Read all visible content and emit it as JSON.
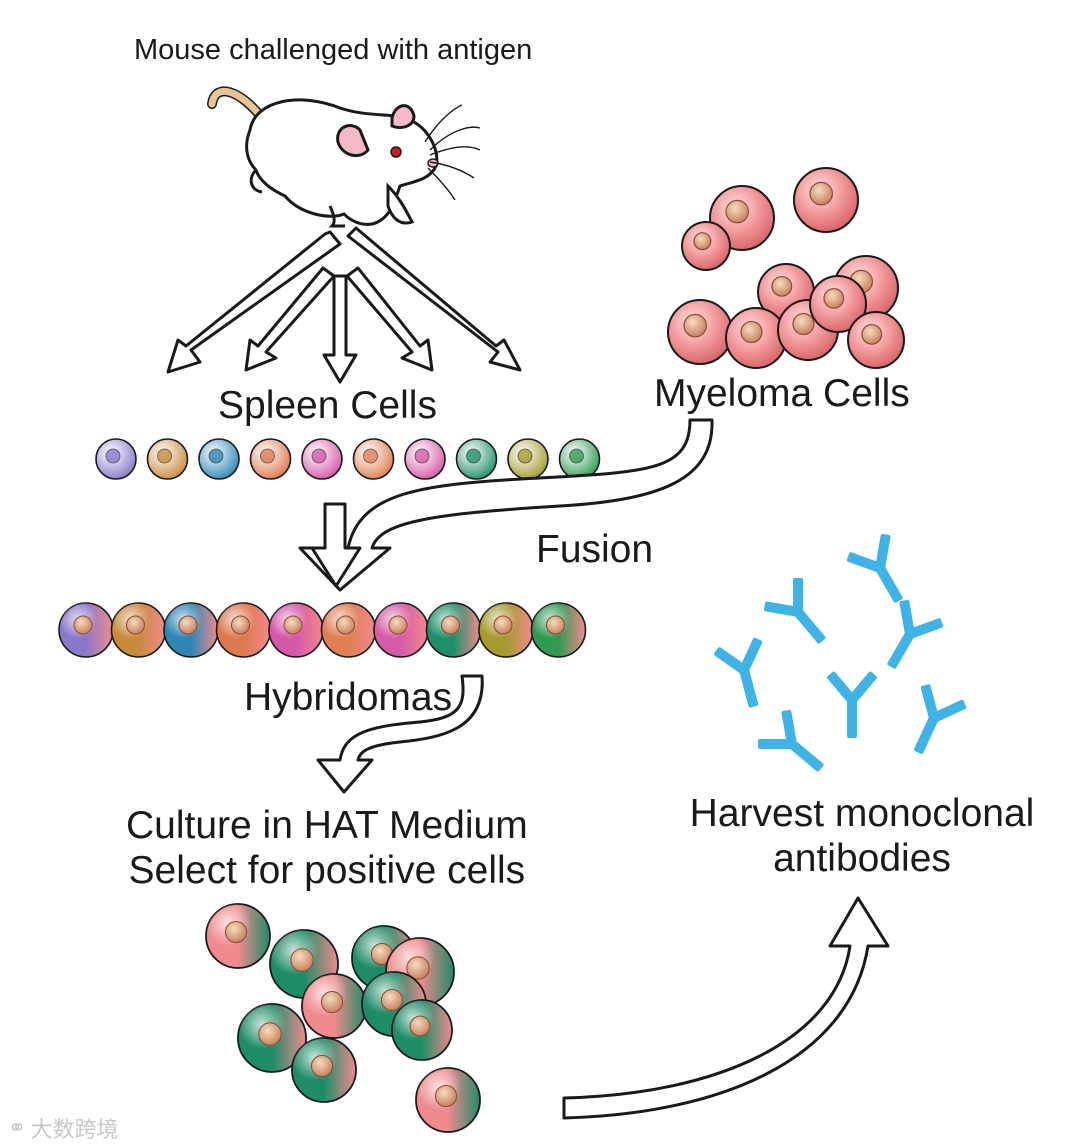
{
  "labels": {
    "mouse": "Mouse challenged with antigen",
    "spleen": "Spleen Cells",
    "myeloma": "Myeloma Cells",
    "fusion": "Fusion",
    "hybridomas": "Hybridomas",
    "culture_line1": "Culture in HAT Medium",
    "culture_line2": "Select for positive cells",
    "harvest_line1": "Harvest monoclonal",
    "harvest_line2": "antibodies"
  },
  "watermark": {
    "text": "大数跨境",
    "icon": "logo-icon"
  },
  "colors": {
    "myeloma_pink": "#f08a8e",
    "antibody_blue": "#3fb3e6",
    "spleen_cells": [
      "#8a78c8",
      "#c98a3a",
      "#2e86b5",
      "#e0784e",
      "#d657a8",
      "#df7f52",
      "#d65aa9",
      "#1f8f6a",
      "#a59a2e",
      "#2f9a52"
    ],
    "selected_green": "#1f8c68"
  }
}
